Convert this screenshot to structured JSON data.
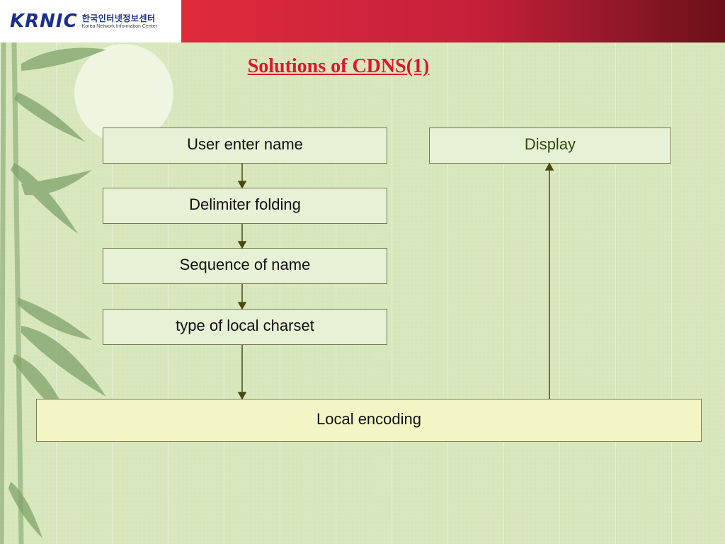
{
  "header": {
    "logo_mark": "KRNIC",
    "logo_ko": "한국인터넷정보센터",
    "logo_en": "Korea Network Information Center"
  },
  "title": "Solutions of CDNS(1)",
  "flow": {
    "step1": "User enter name",
    "step2": "Delimiter folding",
    "step3": "Sequence of name",
    "step4": "type of local charset",
    "encoding": "Local encoding",
    "display": "Display"
  },
  "colors": {
    "title": "#e3142c",
    "header_red": "#e02a3c",
    "background": "#d7e6bb",
    "arrow": "#4a4a10"
  }
}
